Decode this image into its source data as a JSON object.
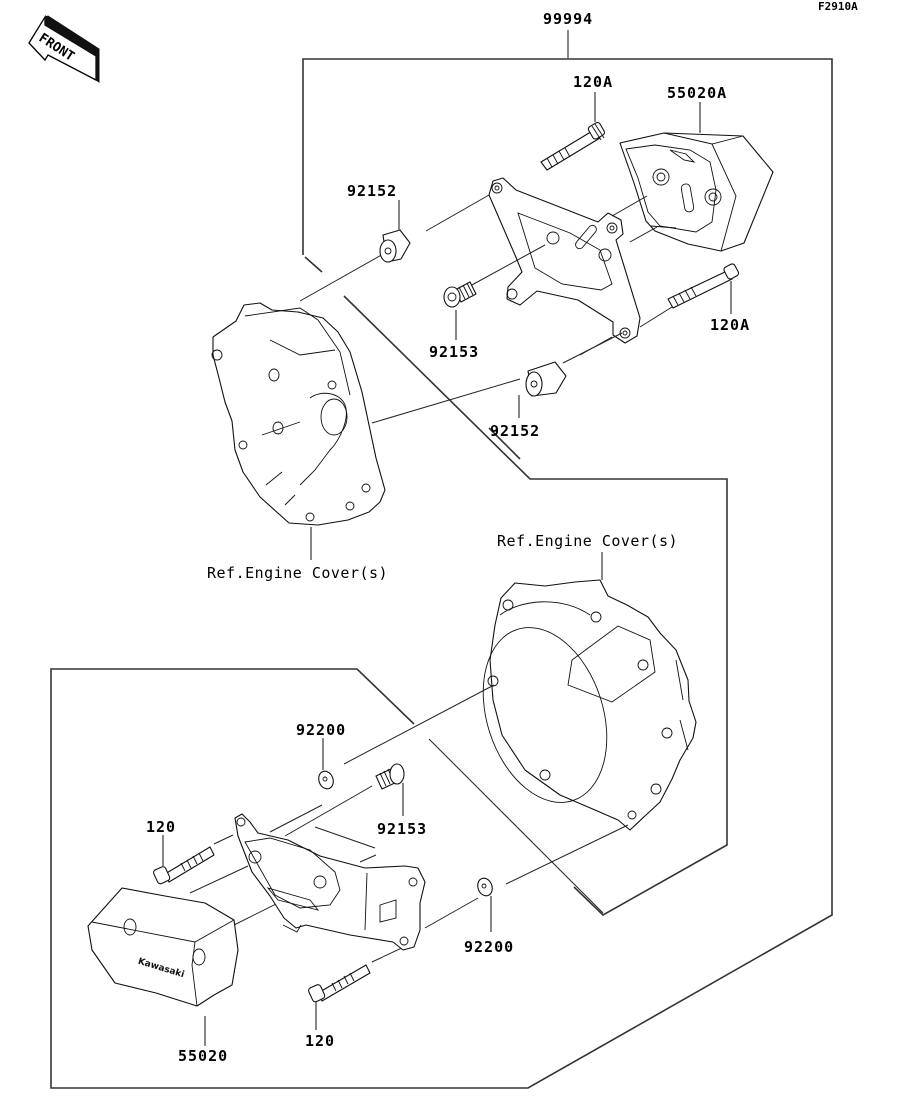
{
  "diagram": {
    "figure_code": "F2910A",
    "front_indicator": "FRONT",
    "kit_number": "99994",
    "callouts": {
      "bolt_upper_top": "120A",
      "slider_upper": "55020A",
      "collar_upper_left": "92152",
      "screw_upper": "92153",
      "bolt_upper_right": "120A",
      "collar_upper_right": "92152",
      "ref_left_cover": "Ref.Engine Cover(s)",
      "ref_right_cover": "Ref.Engine Cover(s)",
      "washer_lower_top": "92200",
      "screw_lower": "92153",
      "bolt_lower_left": "120",
      "washer_lower_right": "92200",
      "slider_lower": "55020",
      "bolt_lower_bottom": "120"
    },
    "slider_brand_mark": "Kawasaki",
    "colors": {
      "background": "#ffffff",
      "line": "#111111"
    }
  }
}
